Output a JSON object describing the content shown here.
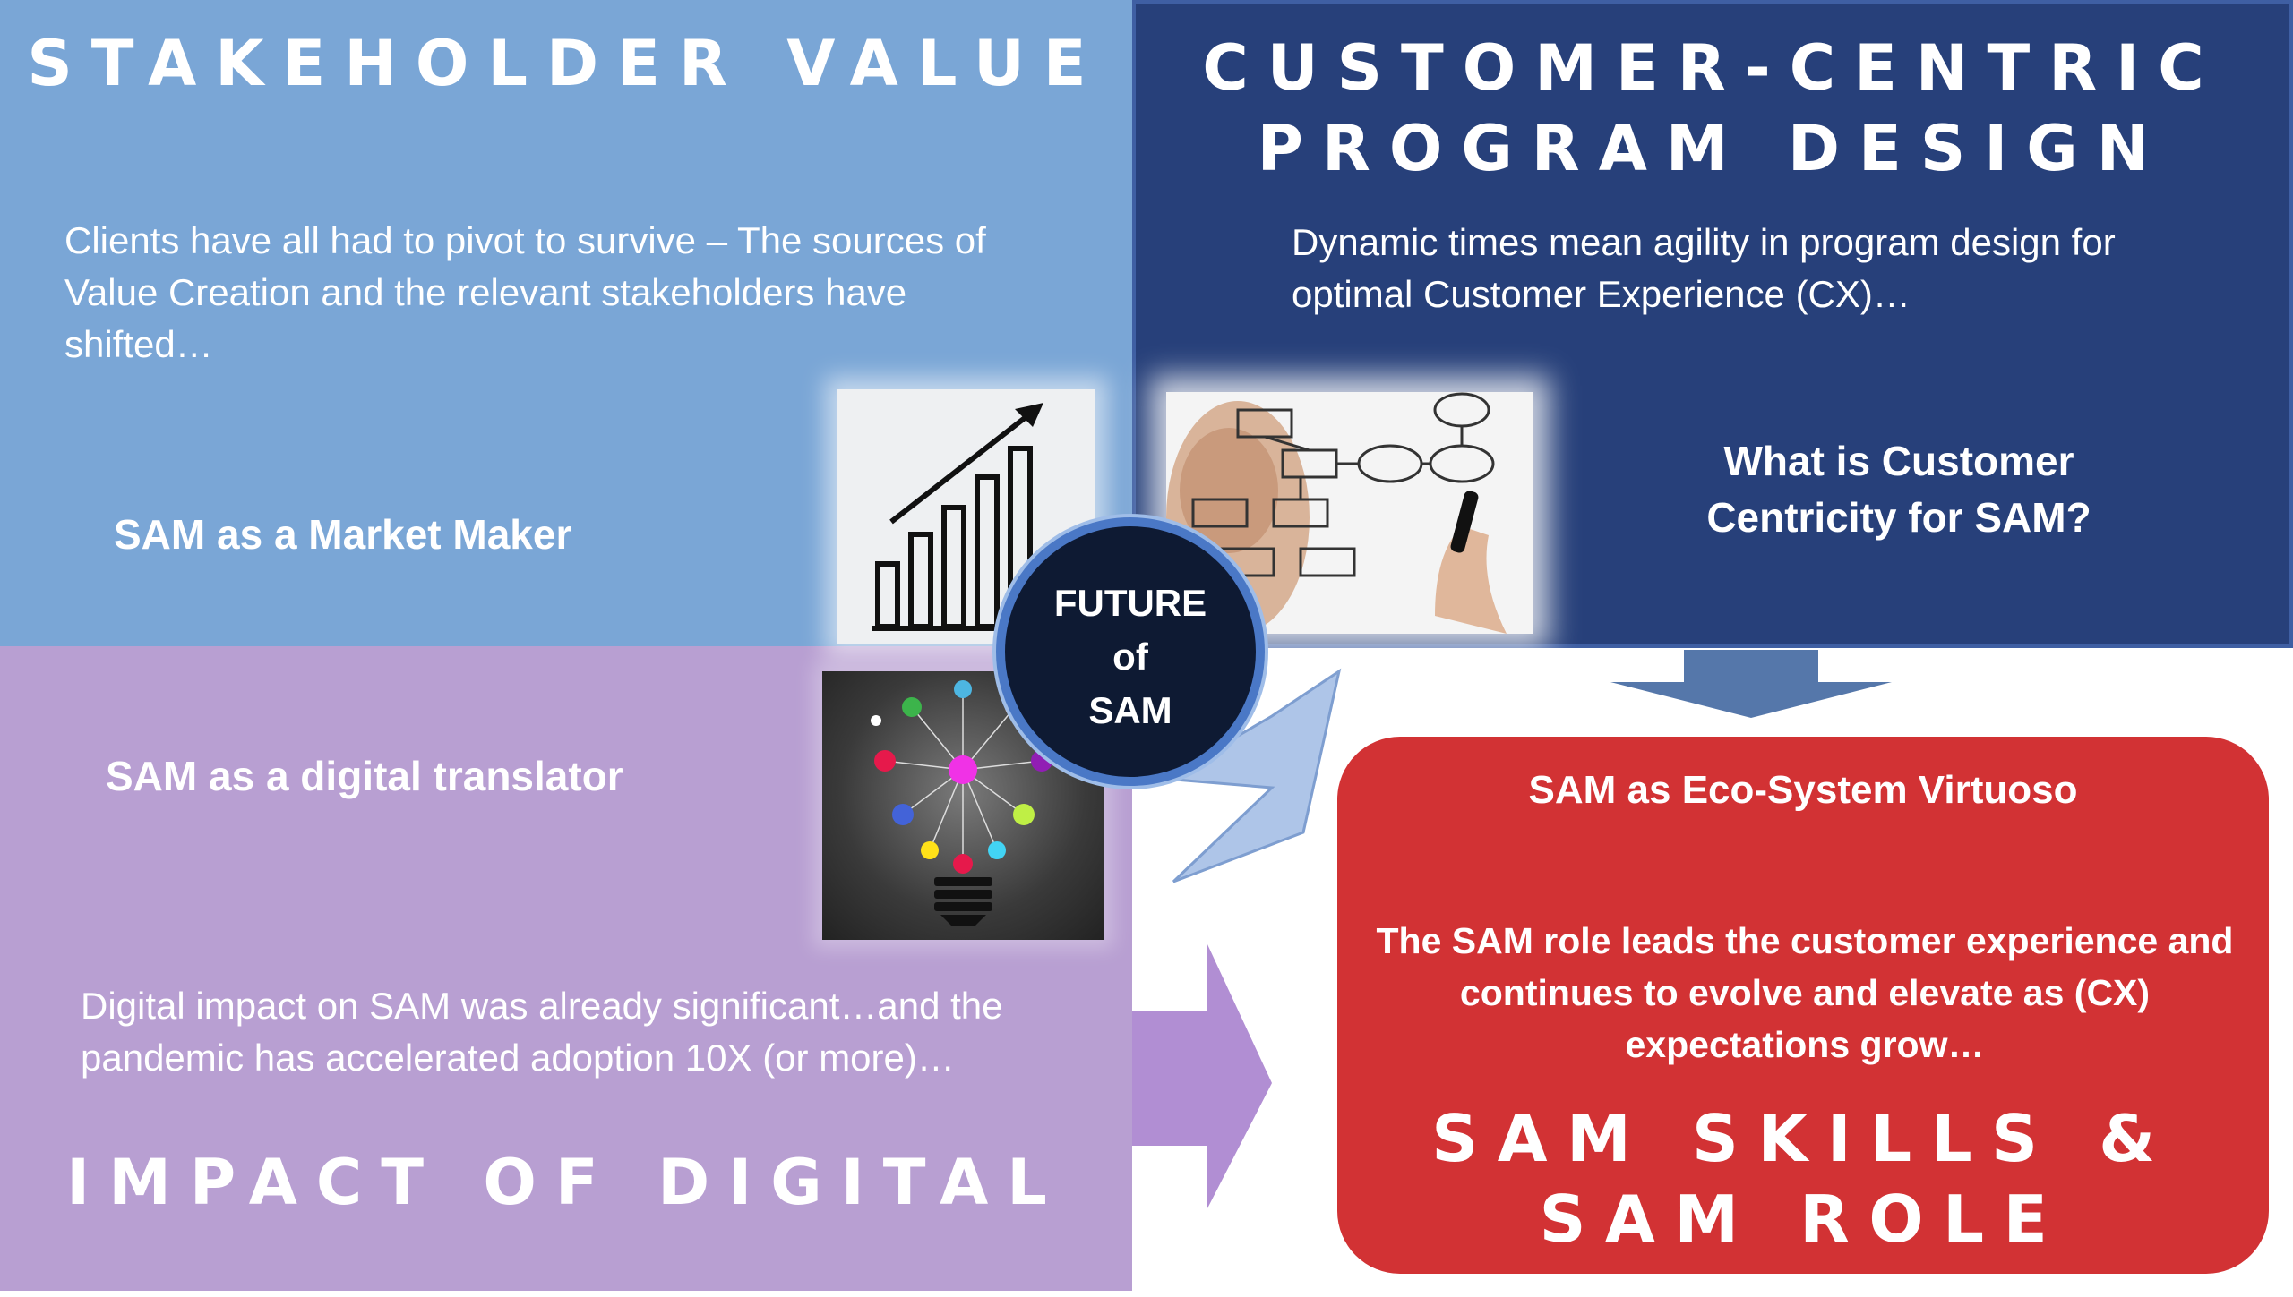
{
  "stakeholder": {
    "heading": "STAKEHOLDER VALUE",
    "body": "Clients have all had to pivot to survive –  The sources of  Value Creation and the relevant stakeholders have shifted…",
    "label": "SAM as a Market Maker"
  },
  "customer_centric": {
    "heading_line1": "CUSTOMER-CENTRIC",
    "heading_line2": "PROGRAM DESIGN",
    "body": "Dynamic times mean agility in program design for optimal Customer Experience (CX)…",
    "question_line1": "What is Customer",
    "question_line2": "Centricity for SAM?"
  },
  "digital": {
    "label": "SAM as a digital translator",
    "body": "Digital impact on SAM was already significant…and the pandemic has accelerated adoption 10X (or more)…",
    "heading": "IMPACT OF DIGITAL"
  },
  "center": {
    "line1": "FUTURE",
    "line2": "of",
    "line3": "SAM"
  },
  "skills": {
    "title": "SAM as Eco-System Virtuoso",
    "body": "The SAM role leads the customer experience and continues to evolve and elevate as (CX) expectations grow…",
    "heading_line1": "SAM SKILLS &",
    "heading_line2": "SAM ROLE"
  },
  "colors": {
    "stakeholder_bg": "#7aa6d6",
    "customer_bg": "#27407a",
    "digital_bg": "#b89fd2",
    "skills_bg": "#d23234",
    "center_bg": "#0e1a33"
  },
  "icons": [
    "growth-chart-icon",
    "flowchart-photo",
    "lightbulb-network-icon"
  ]
}
